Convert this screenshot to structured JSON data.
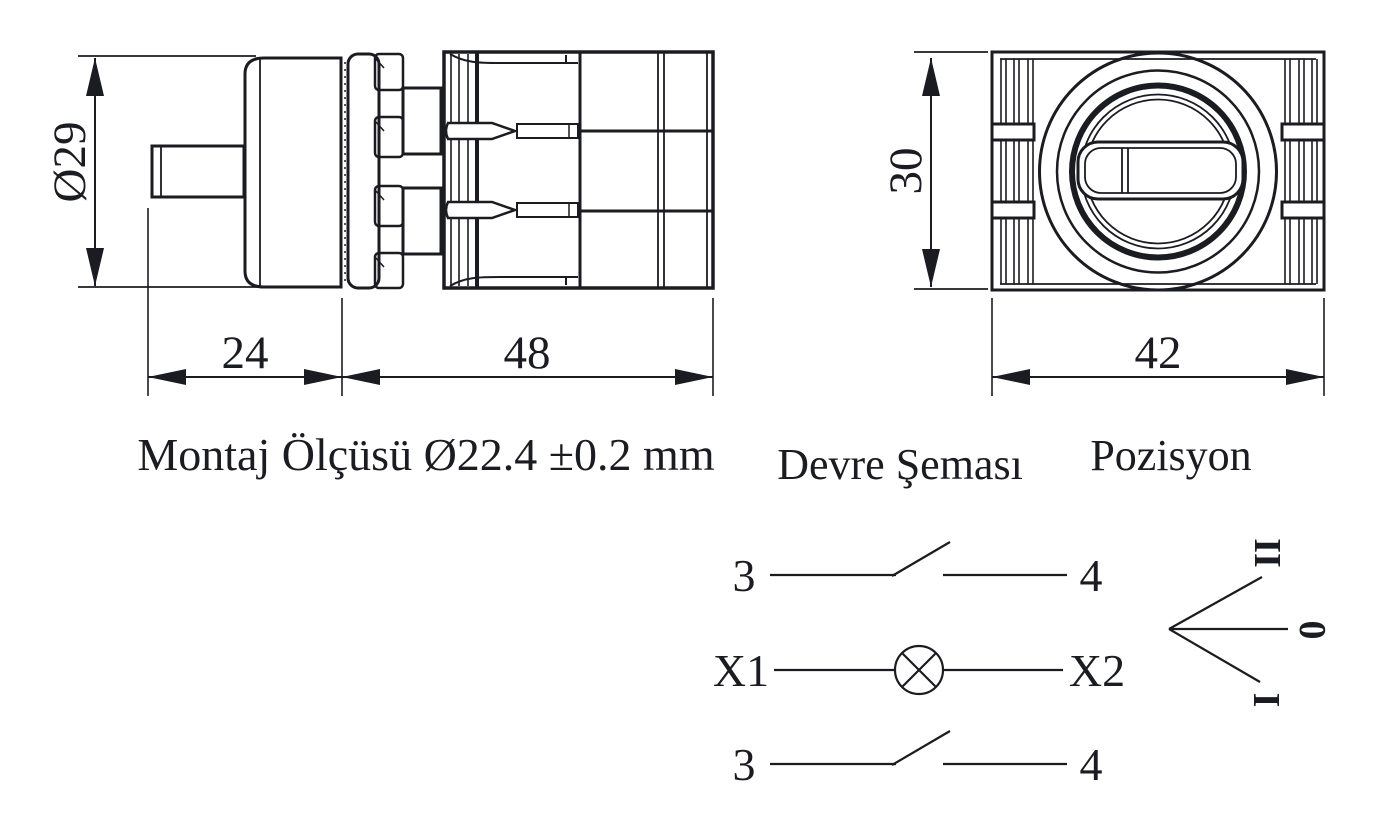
{
  "colors": {
    "line": "#1b1b22",
    "background": "#ffffff"
  },
  "side_view": {
    "dim_diameter": "Ø29",
    "dim_knob_depth": "24",
    "dim_body_depth": "48"
  },
  "front_view": {
    "dim_height": "30",
    "dim_width": "42"
  },
  "mounting_note": "Montaj Ölçüsü Ø22.4 ±0.2 mm",
  "circuit": {
    "title": "Devre Şeması",
    "rows": [
      {
        "left": "3",
        "right": "4"
      },
      {
        "left": "X1",
        "right": "X2"
      },
      {
        "left": "3",
        "right": "4"
      }
    ]
  },
  "position": {
    "title": "Pozisyon",
    "labels": [
      "II",
      "0",
      "I"
    ]
  }
}
